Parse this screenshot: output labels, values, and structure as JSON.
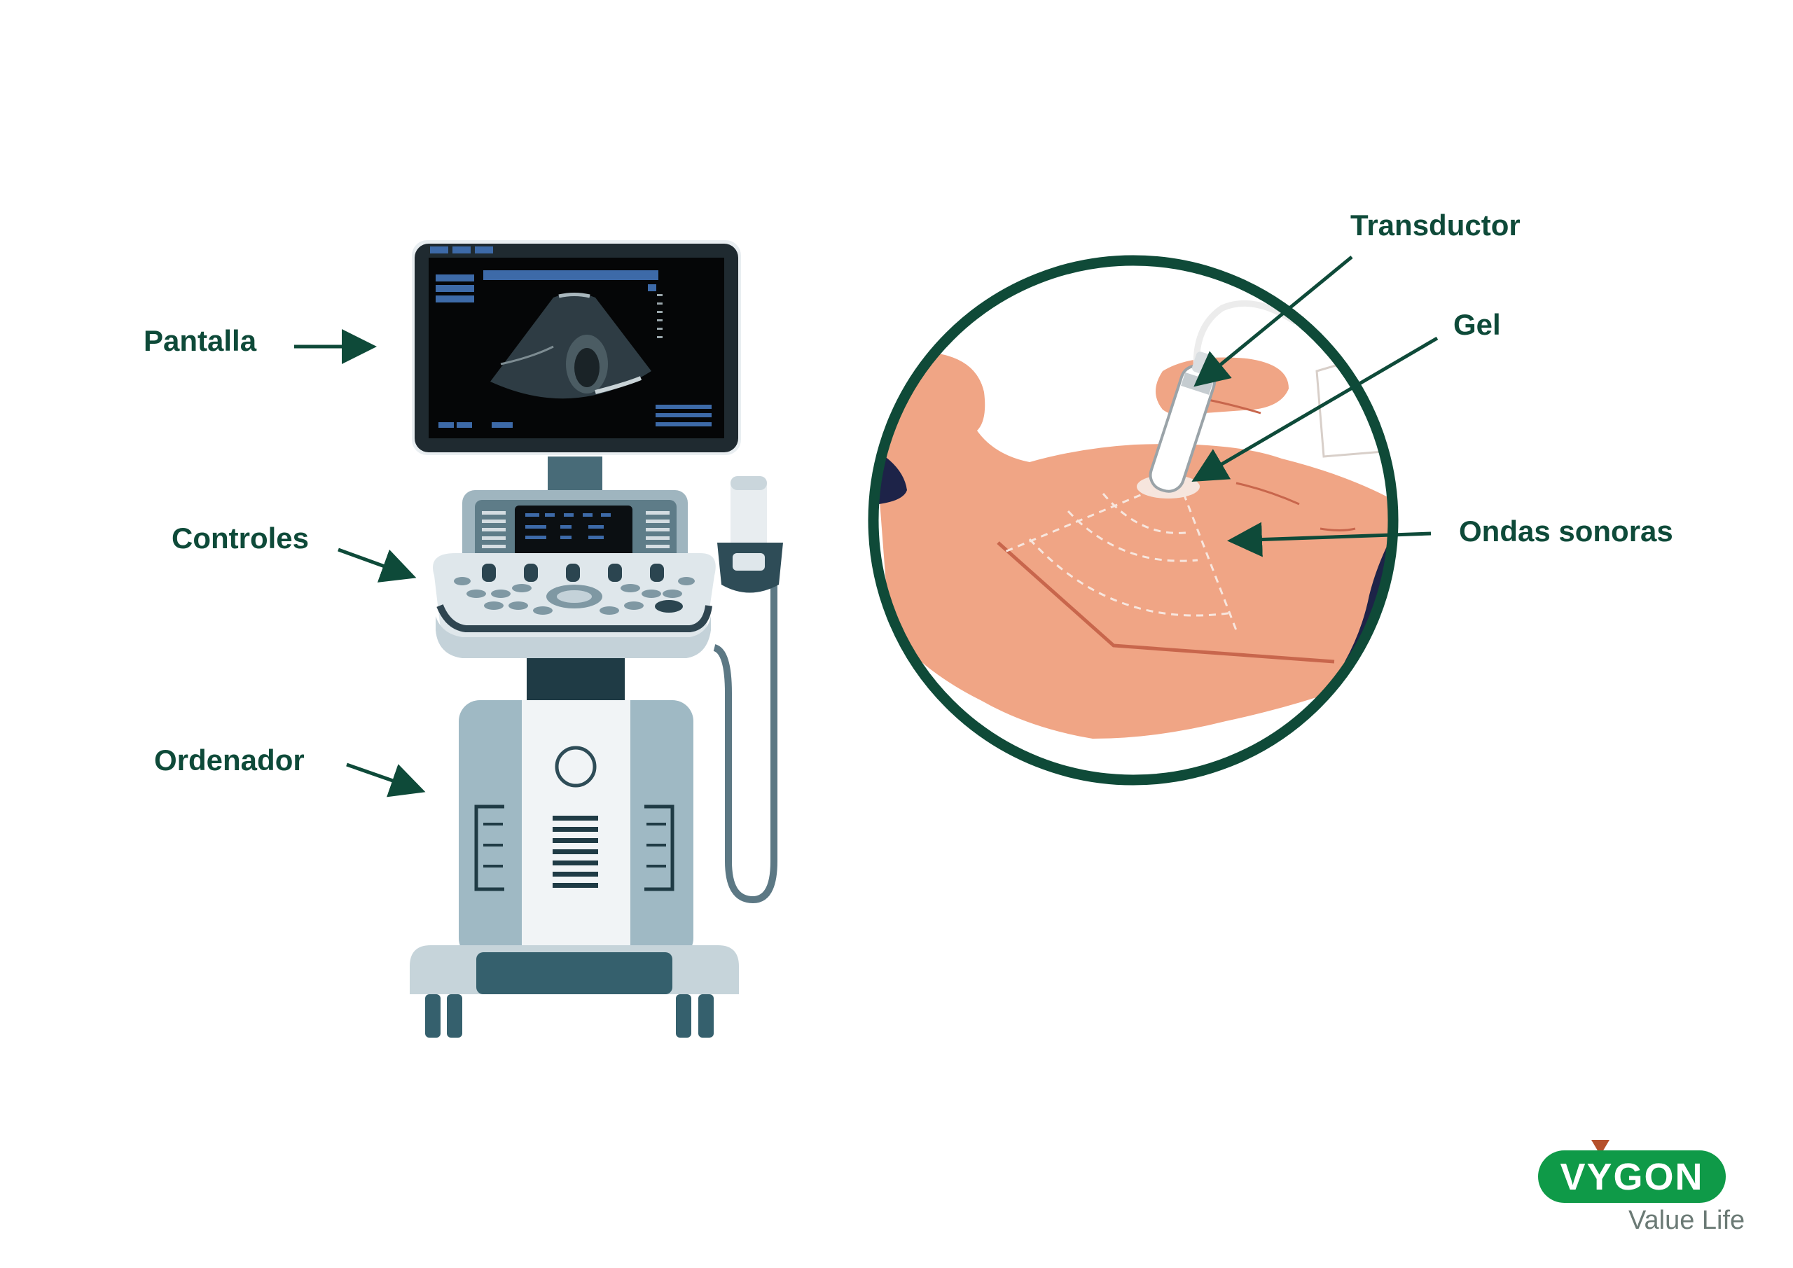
{
  "labels": {
    "pantalla": "Pantalla",
    "controles": "Controles",
    "ordenador": "Ordenador",
    "transductor": "Transductor",
    "gel": "Gel",
    "ondas_sonoras": "Ondas sonoras"
  },
  "logo": {
    "brand": "VYGON",
    "tagline": "Value Life"
  },
  "colors": {
    "label_green": "#0e4a39",
    "arrow_green": "#0e4a39",
    "circle_green": "#0f4a38",
    "skin": "#f0a585",
    "skin_line": "#c8664c",
    "machine_dark": "#1f3b45",
    "machine_mid": "#9fb9c4",
    "machine_teal": "#325e6b",
    "panel_light": "#e3eaee",
    "logo_green": "#0f9a48",
    "logo_accent": "#b5502b"
  },
  "icons": [
    "ultrasound-machine-icon",
    "transducer-probe-icon",
    "arrow-icon",
    "vygon-logo-icon"
  ]
}
